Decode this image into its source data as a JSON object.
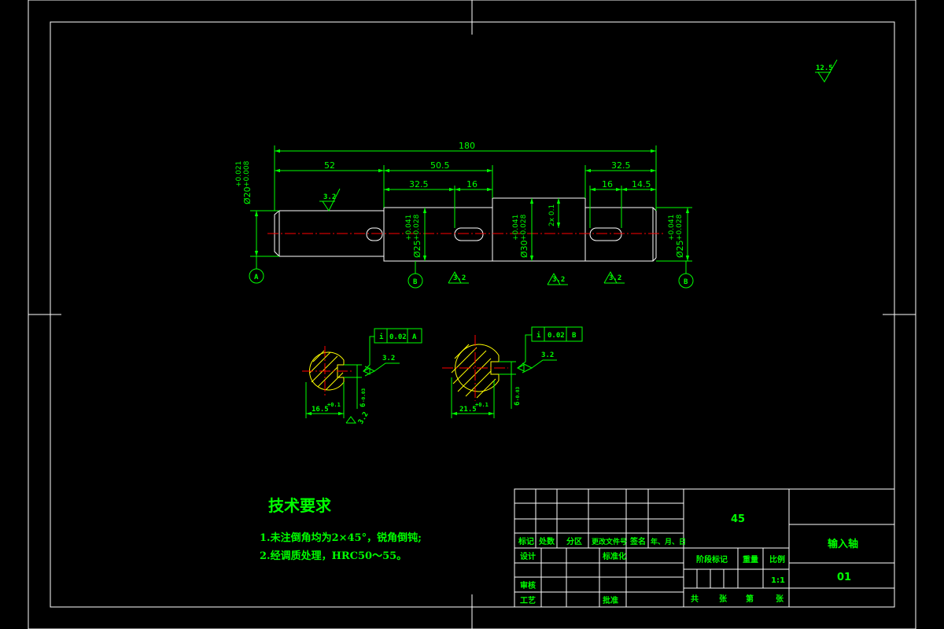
{
  "drawing": {
    "frame_color": "#ffffff",
    "line_color": "#00ff00",
    "center_color": "#ff0000",
    "hatch_color": "#ffff00",
    "background": "#000000"
  },
  "roughness_default": "12.5",
  "dimensions": {
    "total_length": "180",
    "left_journal": "52",
    "middle_span": "50.5",
    "right_span": "32.5",
    "left_seg": "32.5",
    "left_keyway": "16",
    "right_keyway": "16",
    "right_end": "14.5",
    "dia_left": "Ø20",
    "dia_left_tol_upper": "+0.021",
    "dia_left_tol_lower": "+0.008",
    "dia_25a": "Ø25",
    "dia_25a_upper": "+0.041",
    "dia_25a_lower": "+0.028",
    "dia_30": "Ø30",
    "dia_30_upper": "+0.041",
    "dia_30_lower": "+0.028",
    "chamfer_note": "2x 0.1",
    "dia_25b": "Ø25",
    "dia_25b_upper": "+0.041",
    "dia_25b_lower": "+0.028"
  },
  "roughness": [
    "3.2",
    "3.2",
    "3.2",
    "3.2",
    "3.2",
    "3.2",
    "3.2"
  ],
  "datums": [
    "A",
    "B",
    "B"
  ],
  "sections": {
    "left": {
      "tol_symbol": "i",
      "tol_value": "0.02",
      "datum": "A",
      "width": "16.5",
      "width_tol": "+0.1",
      "key_width": "6",
      "key_tol": "-0.03"
    },
    "right": {
      "tol_symbol": "i",
      "tol_value": "0.02",
      "datum": "B",
      "width": "21.5",
      "width_tol": "+0.1",
      "key_width": "6",
      "key_tol": "-0.03"
    }
  },
  "tech": {
    "title": "技术要求",
    "line1": "1.未注倒角均为2×45°，锐角倒钝;",
    "line2": "2.经调质处理，HRC50～55。"
  },
  "title_block": {
    "material": "45",
    "part_name": "输入轴",
    "drawing_no": "01",
    "scale": "1:1",
    "col_mark": "标记",
    "col_count": "处数",
    "col_zone": "分区",
    "col_doc": "更改文件号",
    "col_sign": "签名",
    "col_date": "年、月、日",
    "design": "设计",
    "standard": "标准化",
    "review": "审核",
    "process": "工艺",
    "approve": "批准",
    "stage": "阶段标记",
    "weight": "重量",
    "ratio": "比例",
    "total": "共",
    "sheets": "张",
    "page": "第",
    "sheet": "张"
  }
}
